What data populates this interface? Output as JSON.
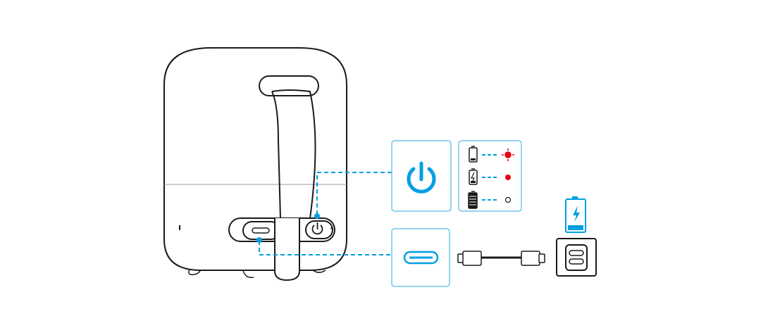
{
  "colors": {
    "accent": "#009fe3",
    "box_border": "#6ec6ee",
    "outline": "#1a1a1a",
    "led_red": "#e60012"
  },
  "indicators": [
    {
      "battery": "low",
      "led": "red-flashing"
    },
    {
      "battery": "charging",
      "led": "red-solid"
    },
    {
      "battery": "full",
      "led": "off"
    }
  ]
}
